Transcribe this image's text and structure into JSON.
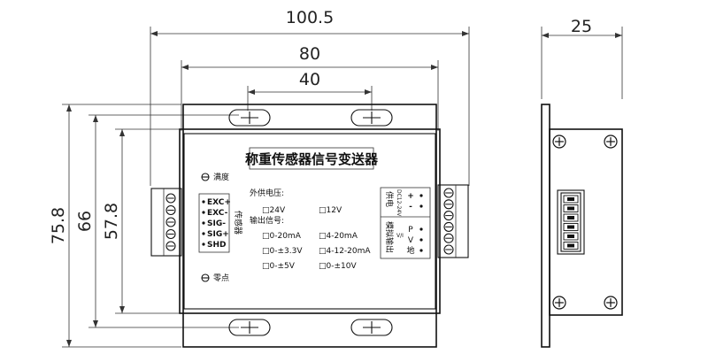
{
  "dimensions": {
    "overall_width": "100.5",
    "body_width": "80",
    "hole_spacing": "40",
    "overall_height": "75.8",
    "mid_height": "66",
    "body_height": "57.8",
    "depth": "25"
  },
  "panel": {
    "title": "称重传感器信号变送器",
    "span_label": "满度",
    "zero_label": "零点",
    "sensor_vertical": "传感器",
    "sensor_pins": [
      "EXC+",
      "EXC-",
      "SIG-",
      "SIG+",
      "SHD"
    ],
    "supply_label": "外供电压:",
    "supply_opts": [
      "□24V",
      "□12V"
    ],
    "output_label": "输出信号:",
    "output_opts": [
      "□0-20mA",
      "□4-20mA",
      "□0-±3.3V",
      "□4-12-20mA",
      "□0-±5V",
      "□0-±10V"
    ],
    "power_vertical": "供电",
    "power_voltage": "DC12-24V",
    "power_pins": [
      "+",
      "-"
    ],
    "analog_vertical": "模拟输出",
    "analog_sub": "V/I",
    "analog_pins": [
      "P",
      "V",
      "地"
    ]
  }
}
